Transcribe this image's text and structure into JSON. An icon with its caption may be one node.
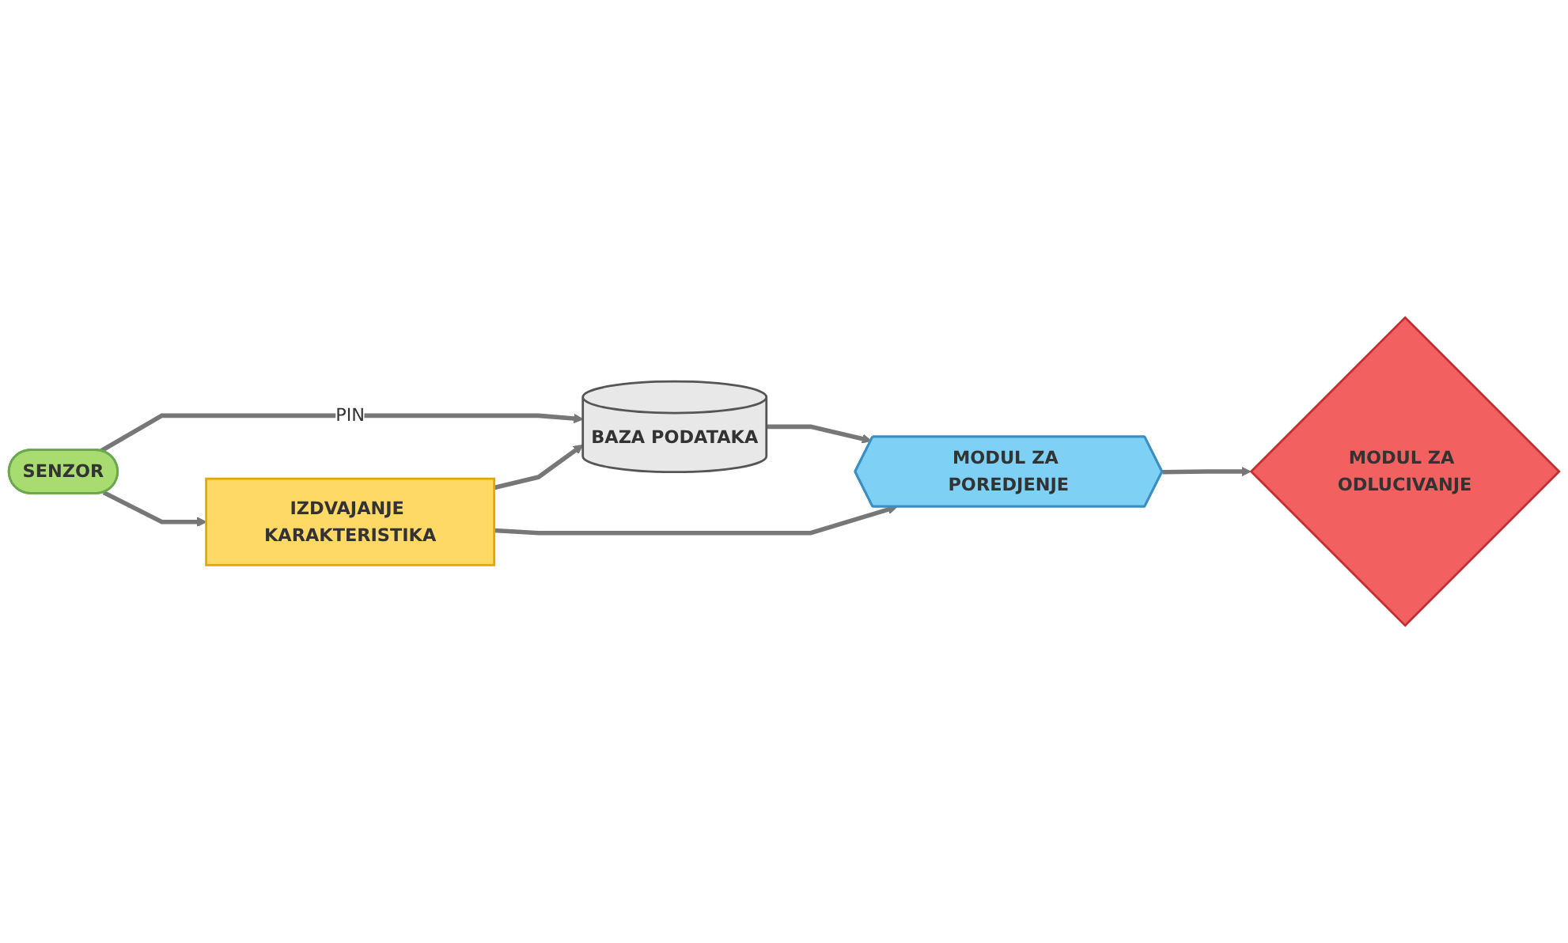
{
  "diagram": {
    "nodes": [
      {
        "text": [
          "SENZOR"
        ]
      },
      {
        "text": [
          "IZDVAJANJE KARAKTERISTIKA"
        ]
      },
      {
        "text": [
          "BAZA PODATAKA"
        ]
      },
      {
        "text": [
          "MODUL ZA POREDJENJE"
        ]
      },
      {
        "text": [
          "MODUL ZA ODLUCIVANJE"
        ]
      }
    ],
    "edges": [
      {
        "from": 0,
        "to": 2,
        "arrow": "to",
        "label": "PIN"
      },
      {
        "from": 0,
        "to": 1,
        "arrow": "to"
      },
      {
        "from": 1,
        "to": 2,
        "arrow": "to"
      },
      {
        "from": 1,
        "to": 3,
        "arrow": "to"
      },
      {
        "from": 2,
        "to": 3,
        "arrow": "to"
      },
      {
        "from": 3,
        "to": 4,
        "arrow": "to"
      }
    ]
  }
}
